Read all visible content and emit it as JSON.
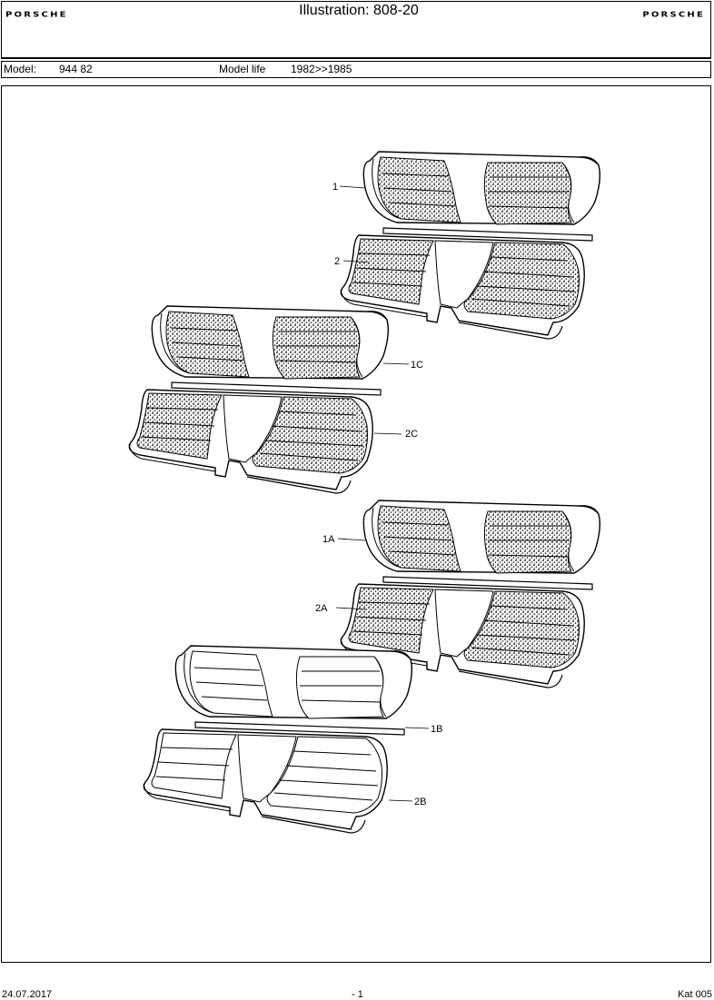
{
  "header": {
    "brand_left": "PORSCHE",
    "title": "Illustration: 808-20",
    "brand_right": "PORSCHE"
  },
  "model_row": {
    "model_label": "Model:",
    "model_value": "944 82",
    "life_label": "Model life",
    "life_value": "1982>>1985"
  },
  "callouts": {
    "c1": "1",
    "c2": "2",
    "c1c": "1C",
    "c2c": "2C",
    "c1a": "1A",
    "c2a": "2A",
    "c1b": "1B",
    "c2b": "2B"
  },
  "footer": {
    "date": "24.07.2017",
    "page": "- 1",
    "catalog": "Kat 005"
  }
}
